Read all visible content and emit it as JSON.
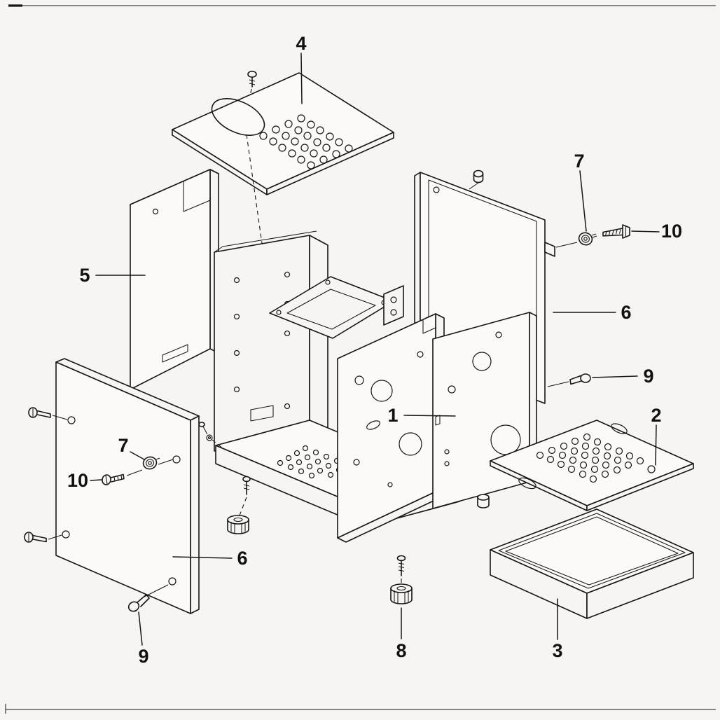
{
  "figure": {
    "kind": "exploded-parts-diagram",
    "background": "#f6f5f1",
    "ink": "#161616"
  },
  "callouts": [
    {
      "id": "callout-4",
      "label": "4"
    },
    {
      "id": "callout-5",
      "label": "5"
    },
    {
      "id": "callout-7-right",
      "label": "7"
    },
    {
      "id": "callout-10-right",
      "label": "10"
    },
    {
      "id": "callout-6-right",
      "label": "6"
    },
    {
      "id": "callout-9-right",
      "label": "9"
    },
    {
      "id": "callout-1",
      "label": "1"
    },
    {
      "id": "callout-2",
      "label": "2"
    },
    {
      "id": "callout-7-left",
      "label": "7"
    },
    {
      "id": "callout-10-left",
      "label": "10"
    },
    {
      "id": "callout-6-left",
      "label": "6"
    },
    {
      "id": "callout-9-left",
      "label": "9"
    },
    {
      "id": "callout-8",
      "label": "8"
    },
    {
      "id": "callout-3",
      "label": "3"
    }
  ]
}
